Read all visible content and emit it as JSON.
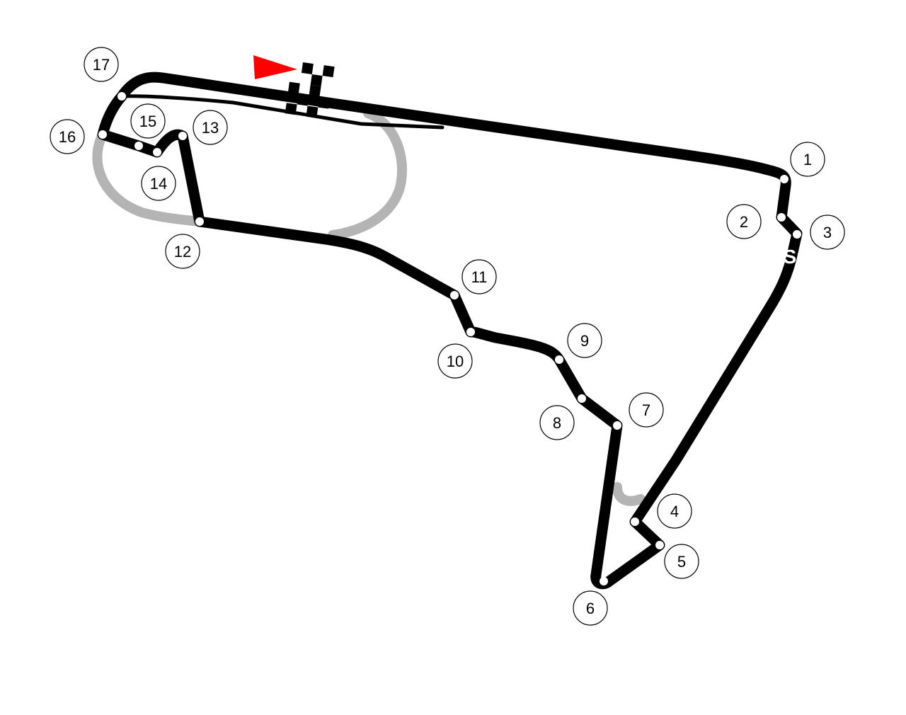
{
  "circuit": {
    "corners": [
      {
        "number": "1"
      },
      {
        "number": "2"
      },
      {
        "number": "3"
      },
      {
        "number": "4"
      },
      {
        "number": "5"
      },
      {
        "number": "6"
      },
      {
        "number": "7"
      },
      {
        "number": "8"
      },
      {
        "number": "9"
      },
      {
        "number": "10"
      },
      {
        "number": "11"
      },
      {
        "number": "12"
      },
      {
        "number": "13"
      },
      {
        "number": "14"
      },
      {
        "number": "15"
      },
      {
        "number": "16"
      },
      {
        "number": "17"
      }
    ],
    "sector_marker": "S",
    "colors": {
      "track": "#000000",
      "unused_track": "#b4b4b4",
      "flag": "#ff0000",
      "corner_dot": "#ffffff",
      "background": "#ffffff"
    },
    "icons": [
      "start-finish-flag-icon",
      "checkered-flag-icon"
    ]
  }
}
